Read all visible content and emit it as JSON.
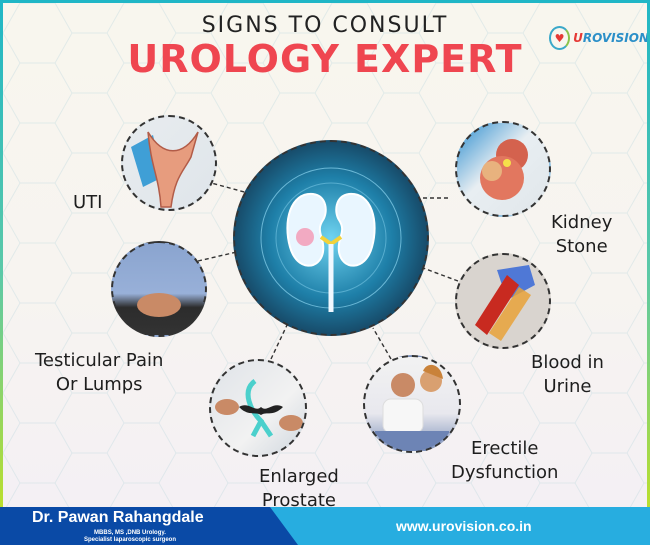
{
  "header": {
    "subtitle": "SIGNS TO CONSULT",
    "title": "UROLOGY EXPERT"
  },
  "logo": {
    "brand_prefix": "U",
    "brand_rest": "ROVISION",
    "icon": "urovision-logo-icon"
  },
  "center": {
    "image": "kidney-hologram-image"
  },
  "signs": [
    {
      "label_line1": "UTI",
      "label_line2": "",
      "image": "uti-anatomy-model-image"
    },
    {
      "label_line1": "Kidney",
      "label_line2": "Stone",
      "image": "kidney-stone-model-image"
    },
    {
      "label_line1": "Testicular Pain",
      "label_line2": "Or Lumps",
      "image": "man-holding-groin-image"
    },
    {
      "label_line1": "Blood in",
      "label_line2": "Urine",
      "image": "urine-test-tubes-image"
    },
    {
      "label_line1": "Enlarged",
      "label_line2": "Prostate",
      "image": "prostate-awareness-ribbon-image"
    },
    {
      "label_line1": "Erectile",
      "label_line2": "Dysfunction",
      "image": "couple-image"
    }
  ],
  "footer": {
    "doctor_name": "Dr. Pawan Rahangdale",
    "degrees": "MBBS,  MS ,DNB Urology.",
    "specialty": "Specialist laparoscopic surgeon",
    "website": "www.urovision.co.in"
  },
  "colors": {
    "title_red": "#ef4650",
    "footer_dark_blue": "#0a4aa6",
    "footer_light_blue": "#27ade0",
    "frame_teal": "#1fb6c6",
    "frame_lime": "#c9e21a"
  }
}
